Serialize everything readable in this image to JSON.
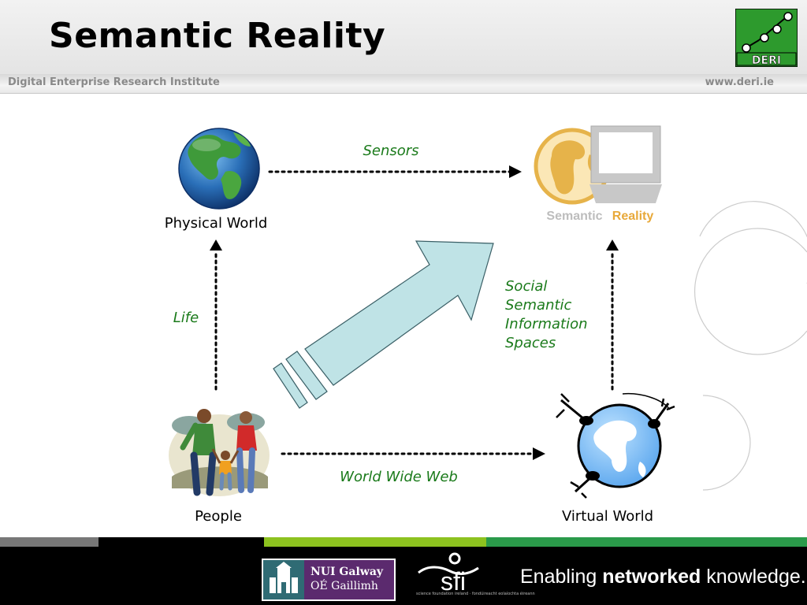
{
  "header": {
    "title": "Semantic Reality",
    "logo_text": "DERI"
  },
  "subbar": {
    "institute": "Digital Enterprise Research Institute",
    "website": "www.deri.ie"
  },
  "diagram": {
    "nodes": {
      "physical_world": "Physical World",
      "people": "People",
      "virtual_world": "Virtual World",
      "semantic_reality_logo_word1": "Semantic",
      "semantic_reality_logo_word2": "Reality"
    },
    "edges": {
      "sensors": "Sensors",
      "life": "Life",
      "world_wide_web": "World Wide Web",
      "social_line1": "Social",
      "social_line2": "Semantic",
      "social_line3": "Information",
      "social_line4": "Spaces"
    }
  },
  "footer": {
    "nui_line1": "NUI Galway",
    "nui_line2": "OÉ Gaillimh",
    "sfi_text": "sfi",
    "sfi_subtitle": "science foundation ireland · fondúireacht eolaíochta éireann",
    "tagline_pre": "Enabling ",
    "tagline_bold": "networked",
    "tagline_post": " knowledge."
  },
  "colors": {
    "accent_green": "#1a7a1a",
    "arrow_fill": "#bfe3e6",
    "footer_bar_green": "#8dc21f",
    "footer_bar_darkgreen": "#2a9a4a",
    "footer_bar_gray": "#777777"
  },
  "icons": [
    "deri-logo-icon",
    "earth-globe-icon",
    "semantic-reality-logo-icon",
    "family-people-icon",
    "virtual-world-globe-icon",
    "nui-galway-crest-icon",
    "sfi-logo-icon"
  ]
}
